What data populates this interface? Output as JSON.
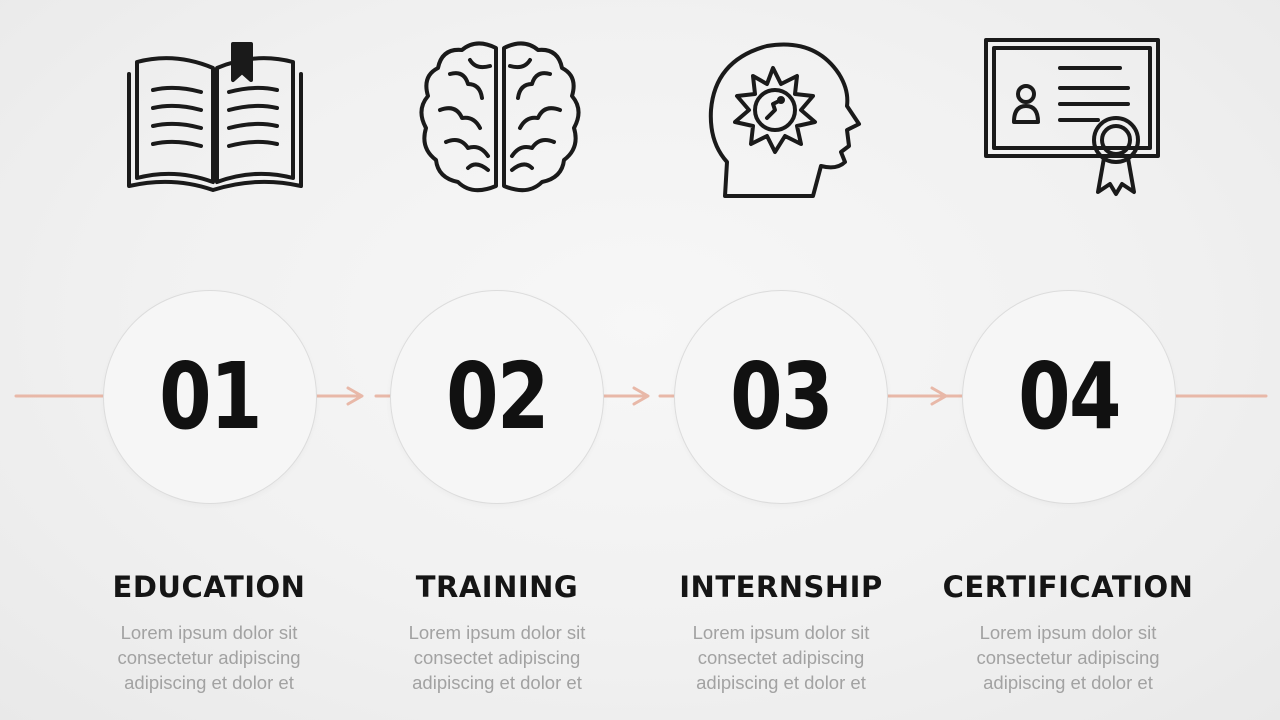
{
  "colors": {
    "connector": "#e8b8a8",
    "icon_stroke": "#1a1a1a",
    "number": "#111111",
    "title": "#151515",
    "desc": "#a2a2a2"
  },
  "steps": [
    {
      "icon": "open-book-icon",
      "number": "01",
      "title": "EDUCATION",
      "desc": [
        "Lorem ipsum dolor sit",
        "consectetur adipiscing",
        "adipiscing et dolor et"
      ]
    },
    {
      "icon": "brain-icon",
      "number": "02",
      "title": "TRAINING",
      "desc": [
        "Lorem ipsum dolor sit",
        "consectet adipiscing",
        "adipiscing et dolor et"
      ]
    },
    {
      "icon": "head-gear-icon",
      "number": "03",
      "title": "INTERNSHIP",
      "desc": [
        "Lorem ipsum dolor sit",
        "consectet adipiscing",
        "adipiscing et dolor et"
      ]
    },
    {
      "icon": "certificate-icon",
      "number": "04",
      "title": "CERTIFICATION",
      "desc": [
        "Lorem ipsum dolor sit",
        "consectetur adipiscing",
        "adipiscing et dolor et"
      ]
    }
  ]
}
